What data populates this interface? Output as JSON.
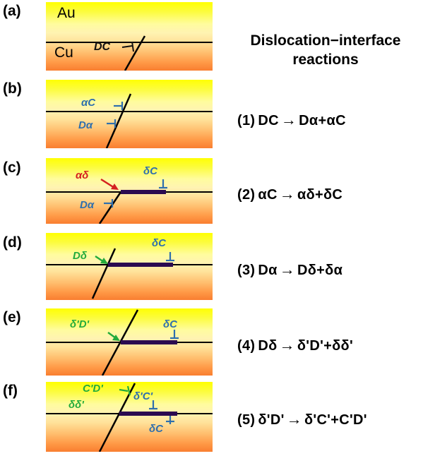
{
  "header": {
    "title_line1": "Dislocation−interface",
    "title_line2": "reactions"
  },
  "panels": [
    {
      "letter": "(a)",
      "labels": {
        "au": "Au",
        "cu": "Cu",
        "dc": "DC"
      }
    },
    {
      "letter": "(b)",
      "labels": {
        "ac": "αC",
        "da": "Dα"
      }
    },
    {
      "letter": "(c)",
      "labels": {
        "ad": "αδ",
        "dc": "δC",
        "da": "Dα"
      }
    },
    {
      "letter": "(d)",
      "labels": {
        "dd": "Dδ",
        "dc": "δC"
      }
    },
    {
      "letter": "(e)",
      "labels": {
        "dpd": "δ'D'",
        "dc": "δC"
      }
    },
    {
      "letter": "(f)",
      "labels": {
        "cpd": "C'D'",
        "dpc": "δ'C'",
        "ddp": "δδ'",
        "dc": "δC"
      }
    }
  ],
  "reactions": [
    {
      "num": "(1)",
      "lhs": "DC",
      "arrow": "→",
      "rhs": "Dα+αC"
    },
    {
      "num": "(2)",
      "lhs": "αC",
      "arrow": "→",
      "rhs": "αδ+δC"
    },
    {
      "num": "(3)",
      "lhs": "Dα",
      "arrow": "→",
      "rhs": "Dδ+δα"
    },
    {
      "num": "(4)",
      "lhs": "Dδ",
      "arrow": "→",
      "rhs": "δ'D'+δδ'"
    },
    {
      "num": "(5)",
      "lhs": "δ'D'",
      "arrow": "→",
      "rhs": "δ'C'+C'D'"
    }
  ],
  "colors": {
    "blue_label": "#2e6fad",
    "green_label": "#23ab3c",
    "red_label": "#d42020",
    "interface_line": "#000000",
    "reaction_segment": "#2b0a50",
    "gradient_top": "#ffff02",
    "gradient_bottom": "#f97e30"
  }
}
